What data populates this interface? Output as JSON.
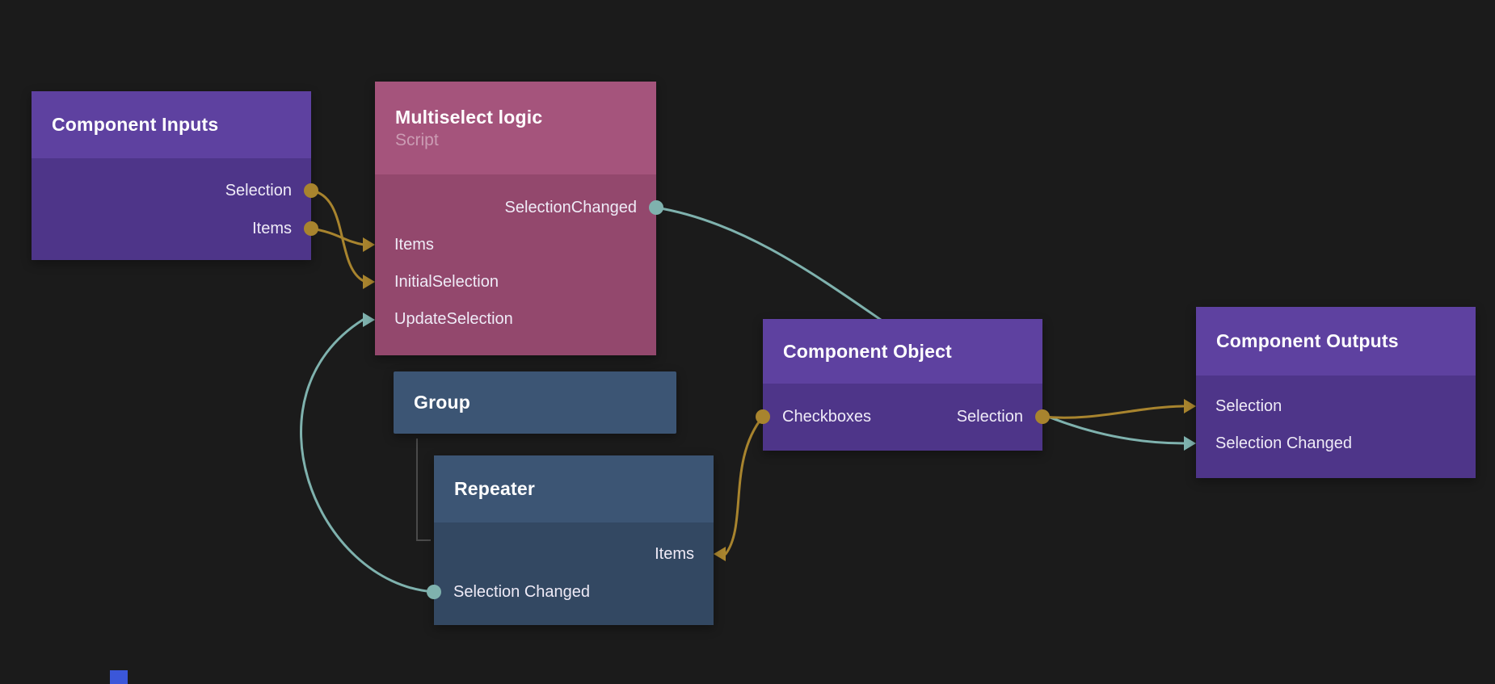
{
  "colors": {
    "background": "#1b1b1b",
    "gold": "#a8842e",
    "teal": "#7fb2ae",
    "purple_header": "#5e41a0",
    "purple_body": "#4e3589",
    "pink_header": "#a5547c",
    "pink_body": "#93486d",
    "blue_header": "#3c5574",
    "blue_body": "#334862",
    "hierarchy_line": "#4a4a4a"
  },
  "nodes": {
    "component_inputs": {
      "title": "Component Inputs",
      "ports": {
        "selection": "Selection",
        "items": "Items"
      }
    },
    "multiselect_logic": {
      "title": "Multiselect logic",
      "subtitle": "Script",
      "ports": {
        "selection_changed": "SelectionChanged",
        "items": "Items",
        "initial_selection": "InitialSelection",
        "update_selection": "UpdateSelection"
      }
    },
    "group": {
      "title": "Group"
    },
    "repeater": {
      "title": "Repeater",
      "ports": {
        "items": "Items",
        "selection_changed": "Selection Changed"
      }
    },
    "component_object": {
      "title": "Component Object",
      "ports": {
        "checkboxes": "Checkboxes",
        "selection": "Selection"
      }
    },
    "component_outputs": {
      "title": "Component Outputs",
      "ports": {
        "selection": "Selection",
        "selection_changed": "Selection Changed"
      }
    }
  },
  "edges": [
    {
      "from": "component_inputs.selection",
      "to": "multiselect_logic.initial_selection",
      "color": "gold"
    },
    {
      "from": "component_inputs.items",
      "to": "multiselect_logic.items",
      "color": "gold"
    },
    {
      "from": "multiselect_logic.selection_changed",
      "to": "component_outputs.selection_changed",
      "color": "teal"
    },
    {
      "from": "repeater.selection_changed",
      "to": "multiselect_logic.update_selection",
      "color": "teal"
    },
    {
      "from": "component_object.selection",
      "to": "component_outputs.selection",
      "color": "gold"
    },
    {
      "from": "component_object.checkboxes",
      "to": "repeater.items",
      "color": "gold"
    }
  ]
}
